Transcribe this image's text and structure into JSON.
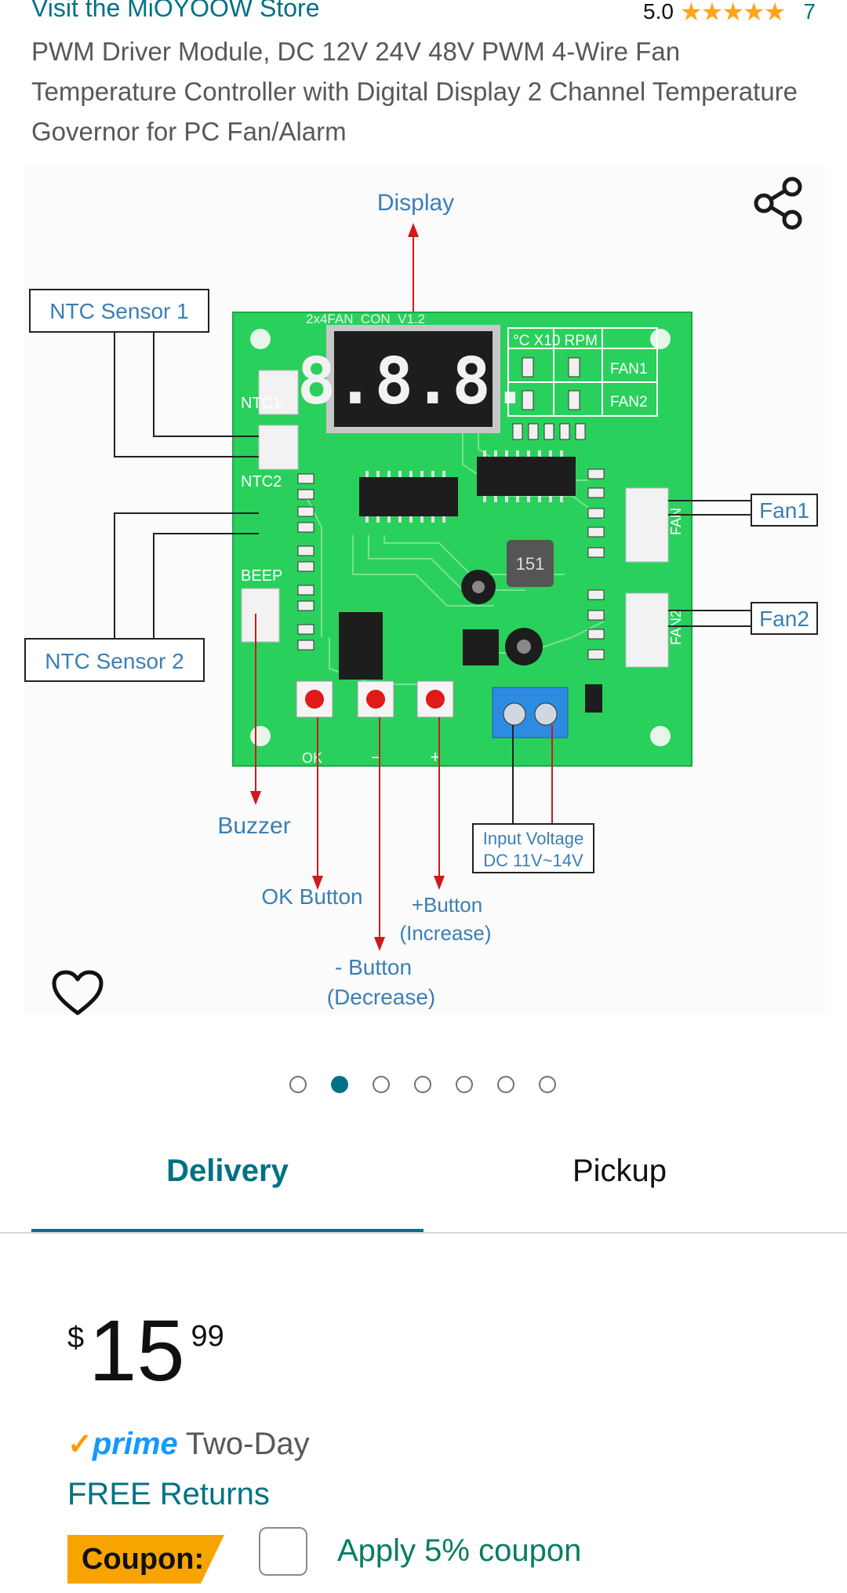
{
  "store": {
    "link": "Visit the MiOYOOW Store",
    "rating": "5.0",
    "stars": "★★★★★",
    "review_count": "7"
  },
  "title": "PWM Driver Module, DC 12V 24V 48V PWM 4-Wire Fan Temperature Controller with Digital Display 2 Channel Temperature Governor for PC Fan/Alarm",
  "image": {
    "labels": {
      "display": "Display",
      "ntc1": "NTC Sensor 1",
      "ntc2": "NTC Sensor 2",
      "fan1": "Fan1",
      "fan2": "Fan2",
      "buzzer": "Buzzer",
      "ok": "OK Button",
      "plus1": "+Button",
      "plus2": "(Increase)",
      "minus1": "- Button",
      "minus2": "(Decrease)",
      "voltage1": "Input Voltage",
      "voltage2": "DC 11V~14V"
    },
    "pcb": {
      "version": "2x4FAN_CON_V1.2",
      "digits": "8.8.8.",
      "grid_header": "°C  X10  RPM",
      "fan1": "FAN1",
      "fan2": "FAN2",
      "ntc1": "NTC1",
      "ntc2": "NTC2",
      "beep": "BEEP",
      "ok": "OK",
      "minus": "−",
      "plus": "+",
      "inductor": "151",
      "fan_header": "FAN",
      "fan2_header": "FAN2"
    },
    "colors": {
      "board": "#2ad05c",
      "annotation_blue": "#3a7fb5",
      "arrow_red": "#cc1b1b"
    }
  },
  "carousel": {
    "count": 7,
    "active_index": 1
  },
  "tabs": [
    {
      "label": "Delivery",
      "selected": true
    },
    {
      "label": "Pickup",
      "selected": false
    }
  ],
  "price": {
    "symbol": "$",
    "whole": "15",
    "fraction": "99"
  },
  "prime": {
    "check": "✓",
    "word": "prime",
    "text": "Two-Day"
  },
  "free_returns": "FREE Returns",
  "coupon": {
    "badge": "Coupon:",
    "text": "Apply 5% coupon"
  },
  "icons": {
    "share": "share-icon",
    "heart": "heart-icon"
  },
  "colors": {
    "link": "#007185",
    "star": "#FFA41C",
    "coupon_badge": "#F7A400",
    "coupon_text": "#067D62",
    "prime_blue": "#1399FF"
  }
}
